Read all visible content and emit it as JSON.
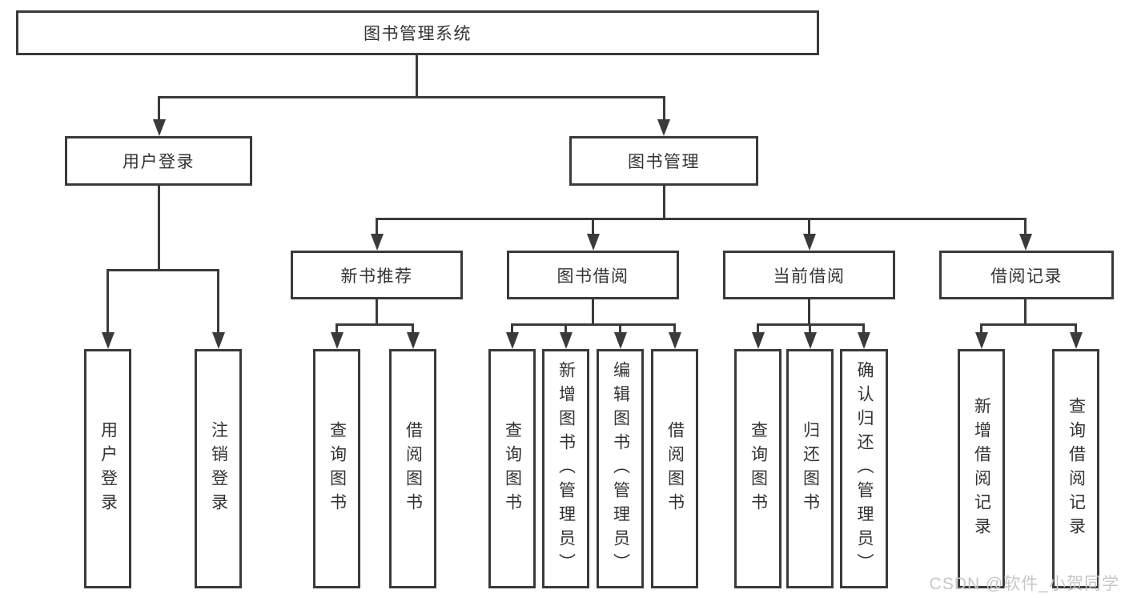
{
  "diagram": {
    "title": "图书管理系统",
    "level2": {
      "user_login": "用户登录",
      "book_mgmt": "图书管理"
    },
    "level3": {
      "new_book": "新书推荐",
      "book_borrow": "图书借阅",
      "current_borrow": "当前借阅",
      "borrow_record": "借阅记录"
    },
    "leaves": {
      "user_login": [
        "用户登录",
        "注销登录"
      ],
      "new_book": [
        "查询图书",
        "借阅图书"
      ],
      "book_borrow": [
        "查询图书",
        "新增图书（管理员）",
        "编辑图书（管理员）",
        "借阅图书"
      ],
      "current_borrow": [
        "查询图书",
        "归还图书",
        "确认归还（管理员）"
      ],
      "borrow_record": [
        "新增借阅记录",
        "查询借阅记录"
      ]
    }
  },
  "watermark": {
    "text": "CSDN @软件_小贺同学"
  },
  "colors": {
    "line": "#3a3a3a",
    "text": "#333333",
    "background": "#ffffff",
    "watermark": "#c7c7c7"
  }
}
